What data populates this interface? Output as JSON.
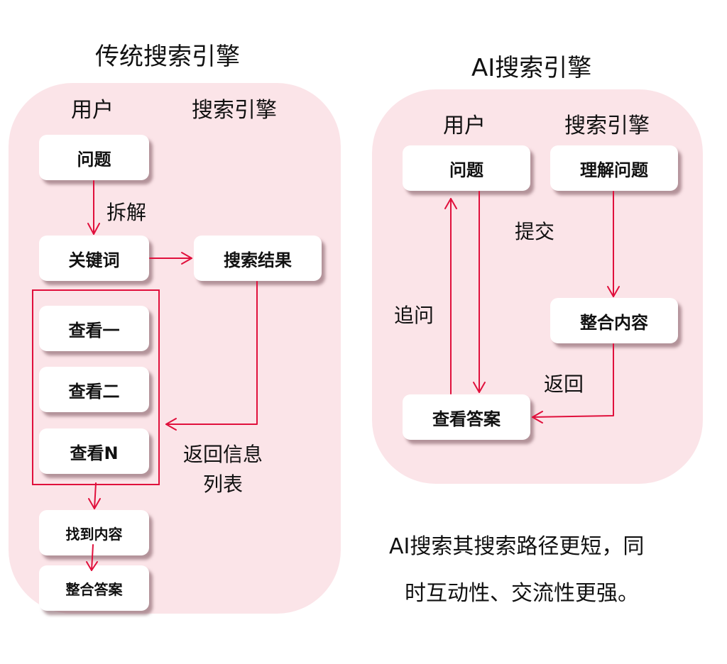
{
  "accent_color": "#e0103c",
  "panel_color": "#fbe4e8",
  "traditional": {
    "title": "传统搜索引擎",
    "col_user": "用户",
    "col_engine": "搜索引擎",
    "nodes": {
      "question": "问题",
      "keywords": "关键词",
      "results": "搜索结果",
      "view1": "查看一",
      "view2": "查看二",
      "viewN": "查看N",
      "find": "找到内容",
      "combine": "整合答案"
    },
    "edges": {
      "decompose": "拆解",
      "return_line1": "返回信息",
      "return_line2": "列表"
    }
  },
  "ai": {
    "title": "AI搜索引擎",
    "col_user": "用户",
    "col_engine": "搜索引擎",
    "nodes": {
      "question": "问题",
      "understand": "理解问题",
      "integrate": "整合内容",
      "view_answer": "查看答案"
    },
    "edges": {
      "submit": "提交",
      "follow_up": "追问",
      "return": "返回"
    }
  },
  "summary": {
    "line1": "AI搜索其搜索路径更短，同",
    "line2": "时互动性、交流性更强。"
  }
}
